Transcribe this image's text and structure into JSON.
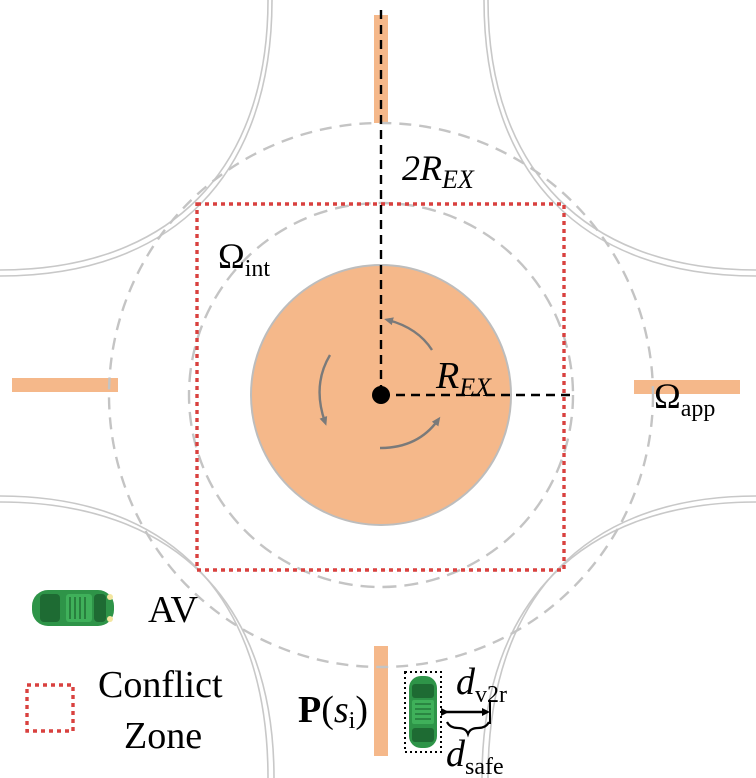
{
  "labels": {
    "outer_radius_prefix": "2",
    "outer_radius_symbol": "R",
    "outer_radius_sub": "EX",
    "radius_symbol": "R",
    "radius_sub": "EX",
    "omega": "Ω",
    "intersection_sub": "int",
    "approach_sub": "app",
    "d_symbol": "d",
    "v2r_sub": "v2r",
    "safe_sub": "safe",
    "p_symbol": "P",
    "p_open": "(",
    "s_symbol": "s",
    "s_sub": "i",
    "p_close": ")"
  },
  "legend": {
    "av_label": "AV",
    "zone_line1": "Conflict",
    "zone_line2": "Zone"
  },
  "colors": {
    "island": "#f5b88a",
    "island_stroke": "#bdbdbd",
    "conflict_zone": "#d9413f",
    "ring": "#c4c4c4",
    "road_edge": "#c8c8c8",
    "car_body": "#2e9448",
    "arrow": "#7a7a7a"
  }
}
